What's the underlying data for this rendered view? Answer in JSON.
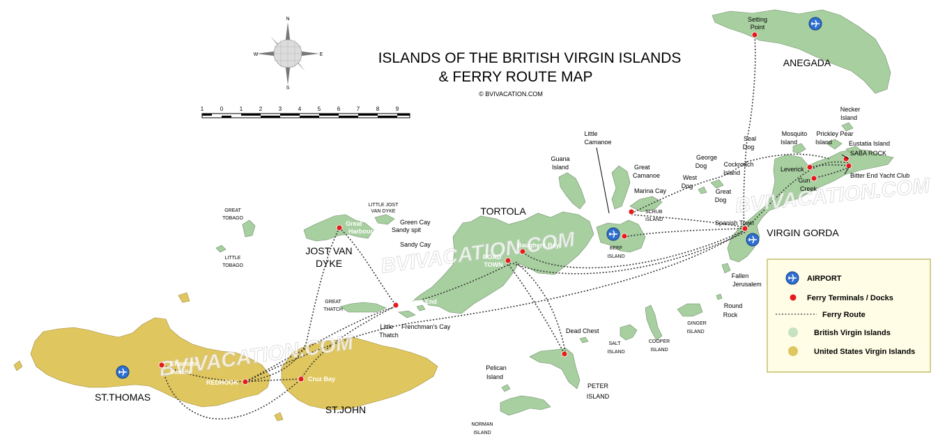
{
  "title": {
    "line1": "ISLANDS OF THE BRITISH VIRGIN ISLANDS",
    "line2": "& FERRY ROUTE MAP",
    "credit": "© BVIVACATION.COM"
  },
  "compass": {
    "n": "N",
    "s": "S",
    "e": "E",
    "w": "W"
  },
  "scale_ticks": [
    "1",
    "0",
    "1",
    "2",
    "3",
    "4",
    "5",
    "6",
    "7",
    "8",
    "9"
  ],
  "watermark": "BVIVACATION.COM",
  "colors": {
    "bvi": "#a8cfa0",
    "usvi": "#e0c65e",
    "dock": "#e31b1b",
    "airport": "#2f6fcf",
    "legend_bg": "#fffde6",
    "legend_border": "#b5ae4a"
  },
  "labels": {
    "anegada": "ANEGADA",
    "setting_point": [
      "Setting",
      "Point"
    ],
    "tortola": "TORTOLA",
    "virgin_gorda": "VIRGIN GORDA",
    "jost_van_dyke": [
      "JOST VAN",
      "DYKE"
    ],
    "st_thomas": "ST.THOMAS",
    "st_john": "ST.JOHN",
    "great_tobago": [
      "GREAT",
      "TOBAGO"
    ],
    "little_tobago": [
      "LITTLE",
      "TOBAGO"
    ],
    "little_jost_van_dyke": [
      "LITTLE JOST",
      "VAN DYKE"
    ],
    "green_cay": "Green Cay",
    "sandy_spit": "Sandy spit",
    "sandy_cay": "Sandy Cay",
    "great_harbour": [
      "Great",
      "Harbour"
    ],
    "great_thatch": [
      "GREAT",
      "THATCH"
    ],
    "little_thatch": [
      "Little",
      "Thatch"
    ],
    "frenchmans_cay": "Frenchman's Cay",
    "west_end": "West End",
    "road_town": [
      "ROAD",
      "TOWN"
    ],
    "baughers_bay": "Baughers Bay",
    "guana_island": [
      "Guana",
      "Island"
    ],
    "little_camanoe": [
      "Little",
      "Camanoe"
    ],
    "great_camanoe": [
      "Great",
      "Camanoe"
    ],
    "marina_cay": "Marina Cay",
    "scrub_island": [
      "SCRUB",
      "ISLAND"
    ],
    "beef_island": [
      "BEEF",
      "ISLAND"
    ],
    "george_dog": [
      "George",
      "Dog"
    ],
    "west_dog": [
      "West",
      "Dog"
    ],
    "great_dog": [
      "Great",
      "Dog"
    ],
    "cockroach_island": [
      "Cockroach",
      "Island"
    ],
    "seal_dog": [
      "Seal",
      "Dog"
    ],
    "mosquito_island": [
      "Mosquito",
      "Island"
    ],
    "prickley_pear_island": [
      "Prickley Pear",
      "Island"
    ],
    "necker_island": [
      "Necker",
      "Island"
    ],
    "eustatia_island": "Eustatia Island",
    "saba_rock": "SABA ROCK",
    "bitter_end": "Bitter End Yacht Club",
    "leverick": "Leverick",
    "gun_creek": [
      "Gun",
      "Creek"
    ],
    "spanish_town": "Spanish Town",
    "fallen_jerusalem": [
      "Fallen",
      "Jerusalem"
    ],
    "round_rock": [
      "Round",
      "Rock"
    ],
    "ginger_island": [
      "GINGER",
      "ISLAND"
    ],
    "cooper_island": [
      "COOPER",
      "ISLAND"
    ],
    "salt_island": [
      "SALT",
      "ISLAND"
    ],
    "dead_chest": "Dead Chest",
    "peter_island": [
      "PETER",
      "ISLAND"
    ],
    "pelican_island": [
      "Pelican",
      "Island"
    ],
    "norman_island": [
      "NORMAN",
      "ISLAND"
    ],
    "charlotte_amalie": [
      "Charlotte",
      "Amalie"
    ],
    "redhook": "REDHOOK",
    "cruz_bay": "Cruz Bay"
  },
  "legend": {
    "airport": "AIRPORT",
    "ferry_terminals": "Ferry Terminals / Docks",
    "ferry_route": "Ferry Route",
    "bvi": "British Virgin Islands",
    "usvi": "United States Virgin Islands"
  }
}
